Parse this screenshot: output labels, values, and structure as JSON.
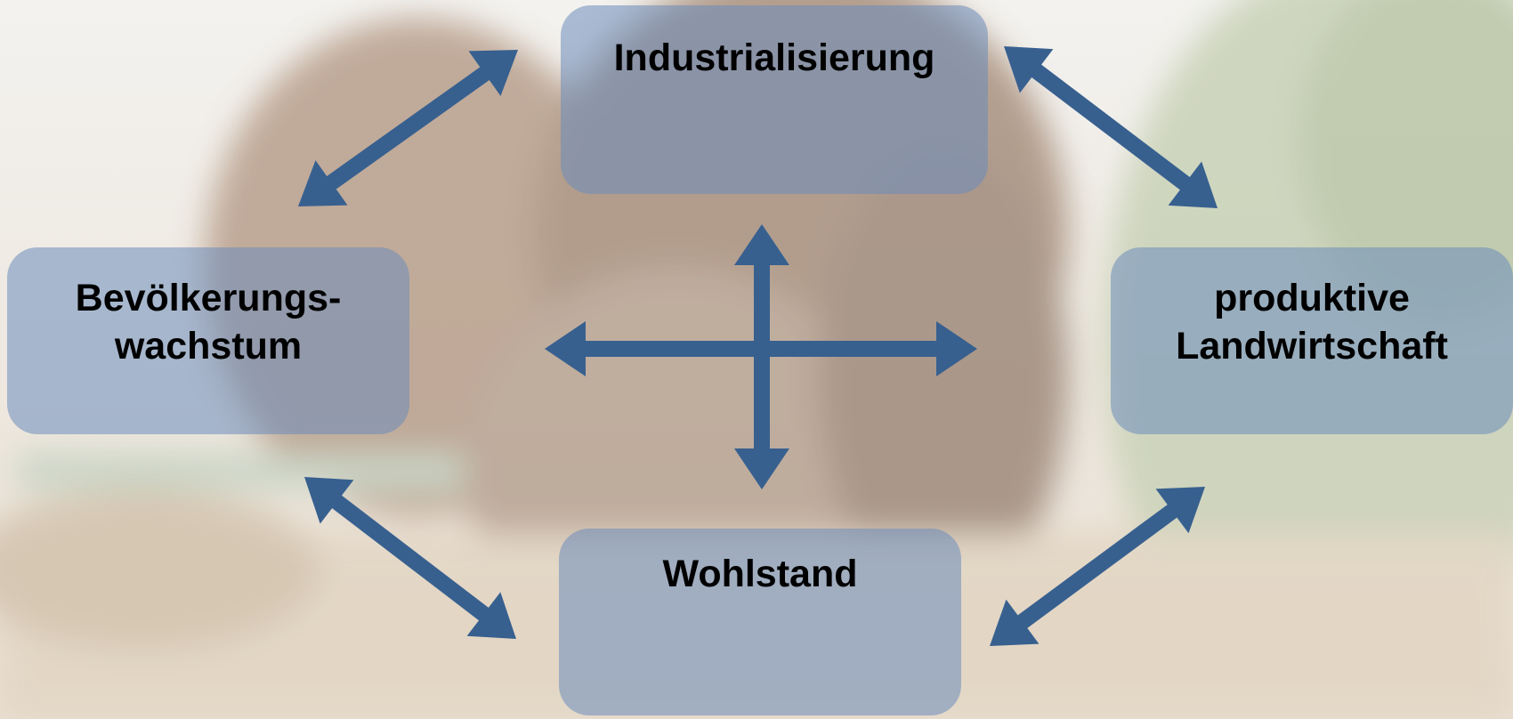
{
  "diagram": {
    "nodes": {
      "top": {
        "lines": [
          "Industrialisierung"
        ]
      },
      "left": {
        "lines": [
          "Bevölkerungs-",
          "wachstum"
        ]
      },
      "right": {
        "lines": [
          "produktive",
          "Landwirtschaft"
        ]
      },
      "bottom": {
        "lines": [
          "Wohlstand"
        ]
      }
    },
    "colors": {
      "arrow": "#37608f",
      "box_fill": "#6c8cbc",
      "text": "#000000"
    },
    "background": "blurred photo of draft horses pulling farm equipment beside a cornfield"
  }
}
